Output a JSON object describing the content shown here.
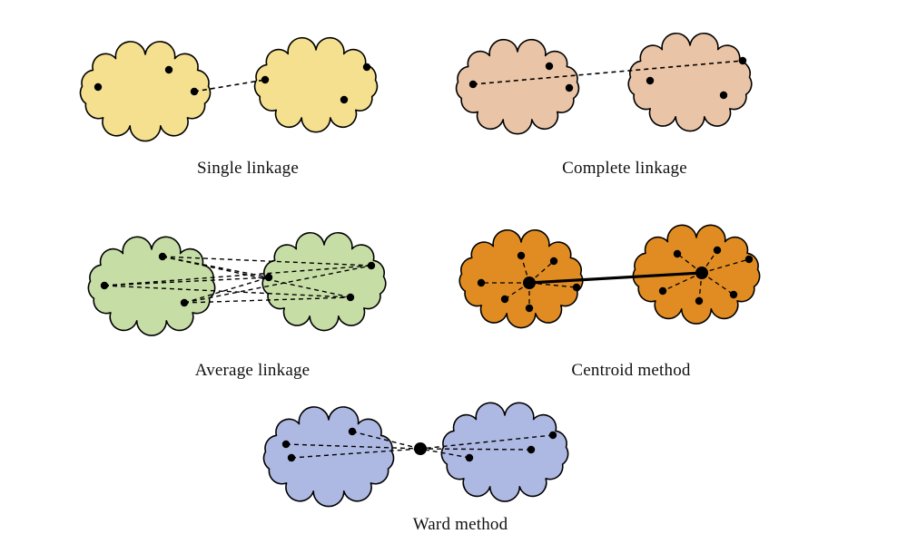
{
  "panels": [
    {
      "id": "single",
      "caption": "Single linkage",
      "cloud_color": "#f4e08e"
    },
    {
      "id": "complete",
      "caption": "Complete linkage",
      "cloud_color": "#e9c4a6"
    },
    {
      "id": "average",
      "caption": "Average linkage",
      "cloud_color": "#c6dea6"
    },
    {
      "id": "centroid",
      "caption": "Centroid method",
      "cloud_color": "#e18c22"
    },
    {
      "id": "ward",
      "caption": "Ward method",
      "cloud_color": "#aeb9e3"
    }
  ],
  "colors": {
    "outline": "#000000",
    "point": "#000000",
    "background": "#ffffff"
  }
}
